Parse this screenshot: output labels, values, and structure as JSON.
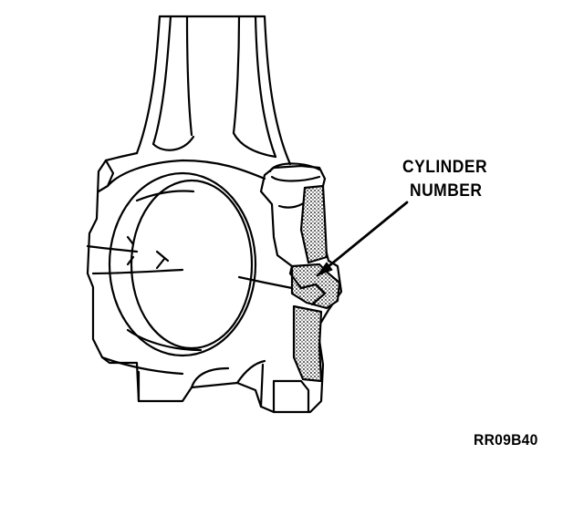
{
  "diagram": {
    "callout": {
      "line1": "CYLINDER",
      "line2": "NUMBER"
    },
    "figure_id": "RR09B40",
    "colors": {
      "ink": "#000000",
      "paper": "#ffffff"
    }
  }
}
